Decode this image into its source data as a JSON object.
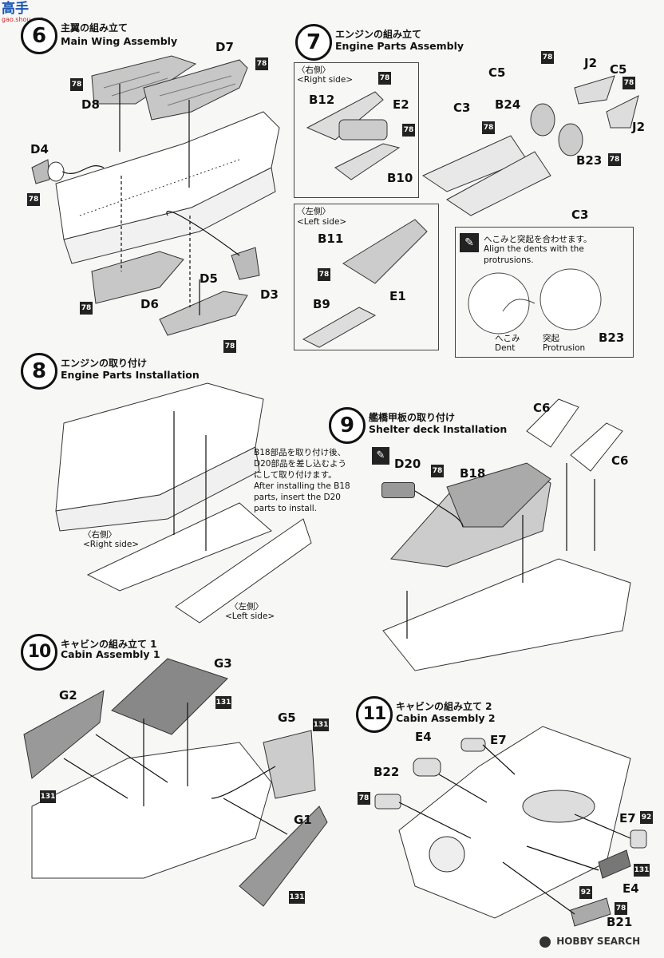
{
  "header": {
    "logo_text": "高手",
    "logo_sub": "gao.shou.net"
  },
  "steps": [
    {
      "num": "6",
      "jp": "主翼の組み立て",
      "en": "Main Wing Assembly"
    },
    {
      "num": "7",
      "jp": "エンジンの組み立て",
      "en": "Engine Parts Assembly"
    },
    {
      "num": "8",
      "jp": "エンジンの取り付け",
      "en": "Engine Parts Installation"
    },
    {
      "num": "9",
      "jp": "艦橋甲板の取り付け",
      "en": "Shelter deck Installation"
    },
    {
      "num": "10",
      "jp": "キャビンの組み立て 1",
      "en": "Cabin Assembly 1"
    },
    {
      "num": "11",
      "jp": "キャビンの組み立て 2",
      "en": "Cabin Assembly 2"
    }
  ],
  "step6": {
    "parts": [
      "D8",
      "D7",
      "D4",
      "D6",
      "D5",
      "D3"
    ],
    "paint": "78"
  },
  "step7": {
    "right_side": {
      "jp": "〈右側〉",
      "en": "<Right side>",
      "parts": [
        "B12",
        "E2",
        "B10"
      ]
    },
    "left_side": {
      "jp": "〈左側〉",
      "en": "<Left side>",
      "parts": [
        "B11",
        "E1",
        "B9"
      ]
    },
    "outer_parts": [
      "C5",
      "J2",
      "C5",
      "C3",
      "B24",
      "J2",
      "B23",
      "C3"
    ],
    "tip": {
      "jp": "へこみと突起を合わせます。",
      "en1": "Align the dents with the",
      "en2": "protrusions.",
      "dent_jp": "へこみ",
      "dent_en": "Dent",
      "prot_jp": "突起",
      "prot_en": "Protrusion",
      "part": "B23"
    }
  },
  "step8": {
    "note": [
      "B18部品を取り付け後、",
      "D20部品を差し込むよう",
      "にして取り付けます。",
      "After installing the B18",
      "parts, insert the D20",
      "parts to install."
    ],
    "right_jp": "〈右側〉",
    "right_en": "<Right side>",
    "left_jp": "〈左側〉",
    "left_en": "<Left side>"
  },
  "step9": {
    "parts": [
      "C6",
      "C6",
      "D20",
      "B18"
    ],
    "paint": "78"
  },
  "step10": {
    "parts": [
      "G3",
      "G2",
      "G5",
      "G1"
    ],
    "paint": "131"
  },
  "step11": {
    "parts": [
      "E4",
      "E7",
      "B22",
      "E7",
      "E4",
      "B21"
    ],
    "paints": [
      "78",
      "92",
      "131",
      "92",
      "78"
    ]
  },
  "footer": {
    "brand": "HOBBY SEARCH"
  }
}
